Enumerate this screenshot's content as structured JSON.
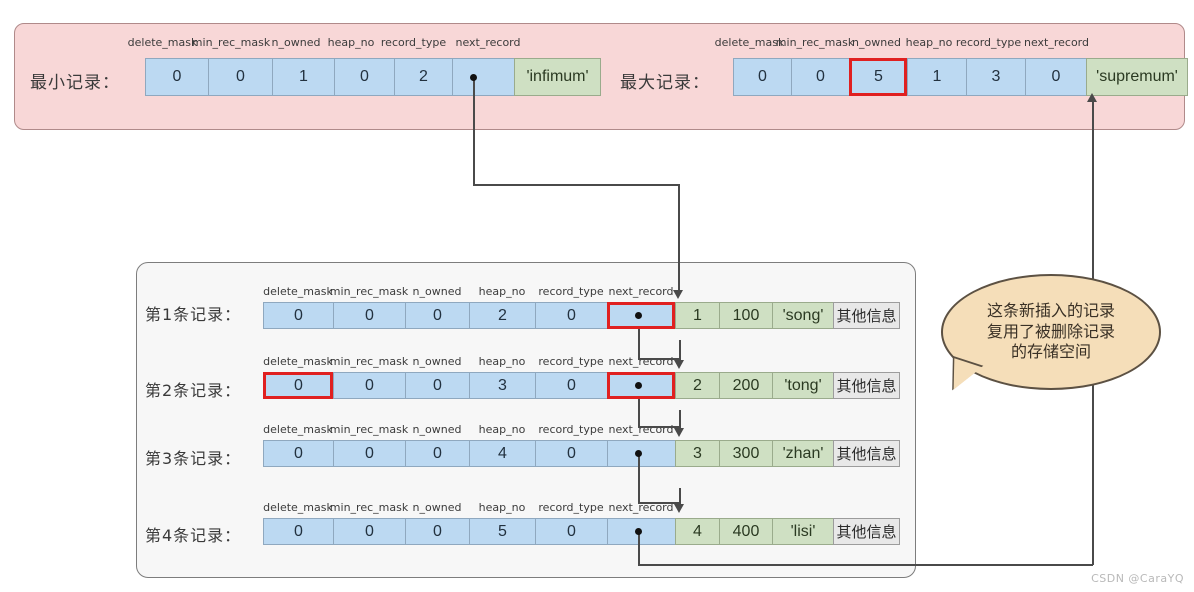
{
  "field_headers": [
    "delete_mask",
    "min_rec_mask",
    "n_owned",
    "heap_no",
    "record_type",
    "next_record"
  ],
  "top_panel": {
    "infimum": {
      "label": "最小记录：",
      "values": [
        "0",
        "0",
        "1",
        "0",
        "2",
        ""
      ],
      "name_cell": "'infimum'",
      "pointer_cell_index": 5
    },
    "supremum": {
      "label": "最大记录：",
      "values": [
        "0",
        "0",
        "5",
        "1",
        "3",
        "0"
      ],
      "name_cell": "'supremum'",
      "highlighted_index": 2
    }
  },
  "records": [
    {
      "label": "第1条记录：",
      "values": [
        "0",
        "0",
        "0",
        "2",
        "0",
        ""
      ],
      "highlighted_index": 5,
      "id": "1",
      "number": "100",
      "name": "'song'",
      "extra": "其他信息"
    },
    {
      "label": "第2条记录：",
      "values": [
        "0",
        "0",
        "0",
        "3",
        "0",
        ""
      ],
      "highlighted_index": 0,
      "highlighted_index2": 5,
      "id": "2",
      "number": "200",
      "name": "'tong'",
      "extra": "其他信息"
    },
    {
      "label": "第3条记录：",
      "values": [
        "0",
        "0",
        "0",
        "4",
        "0",
        ""
      ],
      "id": "3",
      "number": "300",
      "name": "'zhan'",
      "extra": "其他信息"
    },
    {
      "label": "第4条记录：",
      "values": [
        "0",
        "0",
        "0",
        "5",
        "0",
        ""
      ],
      "id": "4",
      "number": "400",
      "name": "'lisi'",
      "extra": "其他信息"
    }
  ],
  "callout": {
    "line1": "这条新插入的记录",
    "line2": "复用了被删除记录",
    "line3": "的存储空间"
  },
  "watermark": "CSDN @CaraYQ",
  "colors": {
    "panel_bg": "#f8d7d7",
    "cell_blue": "#bcd9f2",
    "cell_green": "#cfe0c3",
    "cell_grey": "#e8e8e8",
    "highlight": "#e02020",
    "callout_bg": "#f5deb9"
  }
}
